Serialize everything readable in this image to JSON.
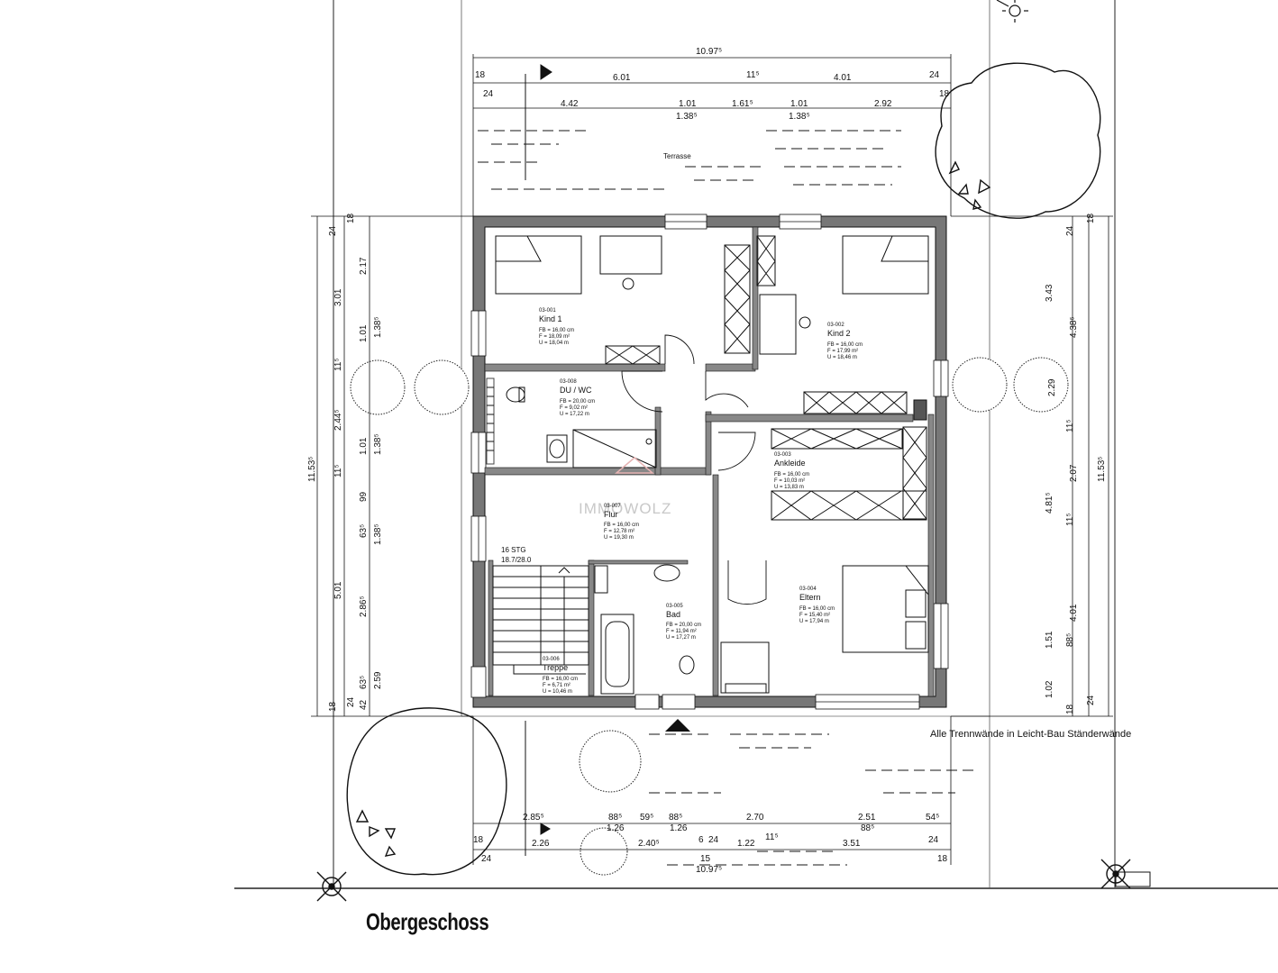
{
  "plan": {
    "title": "Obergeschoss",
    "note": "Alle Trennwände in Leicht-Bau Ständerwände",
    "terrace_label": "Terrasse",
    "stairs_label": "16 STG",
    "stairs_ratio": "18.7/28.0",
    "watermark": "IMMOWOLZ"
  },
  "rooms": [
    {
      "code": "03-001",
      "name": "Kind 1",
      "fb": "FB = 16,00 cm",
      "f": "F = 18,09 m²",
      "u": "U = 18,04 m"
    },
    {
      "code": "03-002",
      "name": "Kind 2",
      "fb": "FB = 16,00 cm",
      "f": "F = 17,99 m²",
      "u": "U = 18,46 m"
    },
    {
      "code": "03-008",
      "name": "DU / WC",
      "fb": "FB = 20,00 cm",
      "f": "F = 9,02 m²",
      "u": "U = 17,22 m"
    },
    {
      "code": "03-003",
      "name": "Ankleide",
      "fb": "FB = 16,00 cm",
      "f": "F = 10,03 m²",
      "u": "U = 13,83 m"
    },
    {
      "code": "03-007",
      "name": "Flur",
      "fb": "FB = 16,00 cm",
      "f": "F = 12,78 m²",
      "u": "U = 19,30 m"
    },
    {
      "code": "03-005",
      "name": "Bad",
      "fb": "FB = 20,00 cm",
      "f": "F = 11,94 m²",
      "u": "U = 17,27 m"
    },
    {
      "code": "03-004",
      "name": "Eltern",
      "fb": "FB = 16,00 cm",
      "f": "F = 15,40 m²",
      "u": "U = 17,94 m"
    },
    {
      "code": "03-006",
      "name": "Treppe",
      "fb": "FB = 16,00 cm",
      "f": "F = 6,71 m²",
      "u": "U = 10,46 m"
    }
  ],
  "dims": {
    "top": [
      "10.97⁵",
      "18",
      "6.01",
      "11⁵",
      "4.01",
      "24",
      "24",
      "18",
      "4.42",
      "1.01",
      "1.61⁵",
      "1.01",
      "2.92",
      "1.38⁵",
      "1.38⁵"
    ],
    "bottom": [
      "2.85⁵",
      "88⁵",
      "59⁵",
      "88⁵",
      "2.70",
      "2.51",
      "54⁵",
      "1.26",
      "1.26",
      "88⁵",
      "18",
      "2.26",
      "2.40⁵",
      "6",
      "24",
      "1.22",
      "11⁵",
      "3.51",
      "24",
      "24",
      "15",
      "10.97⁵",
      "18"
    ],
    "left": [
      "11.53⁵",
      "24",
      "18",
      "3.01",
      "2.17",
      "1.01",
      "1.38⁵",
      "11⁵",
      "2.44⁵",
      "1.01",
      "1.38⁵",
      "11⁵",
      "99",
      "63⁵",
      "1.38⁵",
      "5.01",
      "2.86⁵",
      "63⁵",
      "2.59",
      "24",
      "42",
      "18"
    ],
    "right": [
      "24",
      "18",
      "3.43",
      "4.38⁵",
      "2.29",
      "11⁵",
      "2.07",
      "11⁵",
      "11.53⁵",
      "4.81⁵",
      "4.01",
      "1.51",
      "88⁵",
      "1.02",
      "18",
      "24"
    ]
  }
}
